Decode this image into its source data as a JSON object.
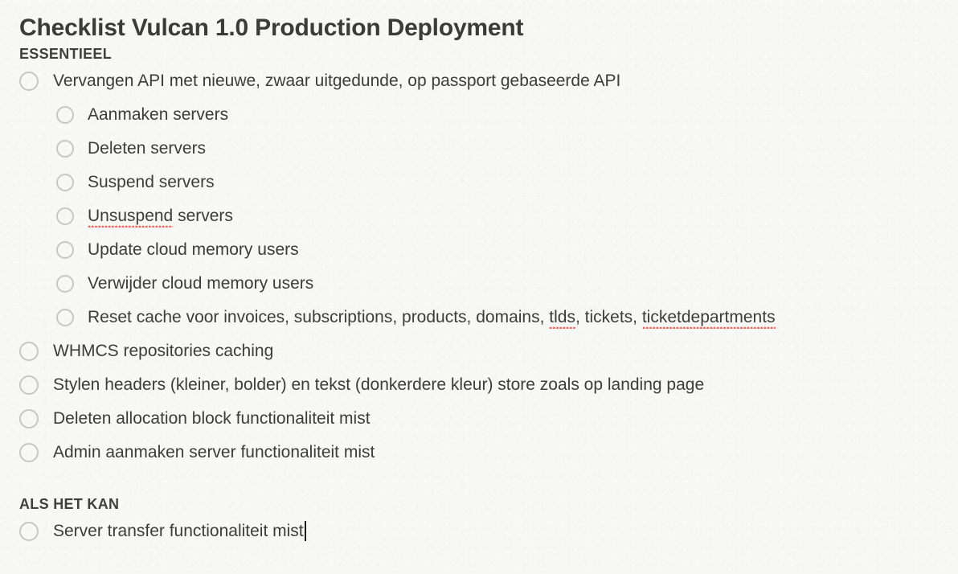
{
  "document": {
    "title": "Checklist Vulcan 1.0 Production Deployment",
    "background_color": "#f7f7f5",
    "text_color": "#3c3c3c",
    "spellcheck_underline_color": "#f0685c",
    "checkbox_border_color": "#c6c6c6"
  },
  "sections": [
    {
      "id": "essentieel",
      "header": "ESSENTIEEL",
      "items": [
        {
          "label": "Vervangen API met nieuwe, zwaar uitgedunde, op passport gebaseerde API",
          "indent": 0,
          "checked": false
        },
        {
          "label": "Aanmaken servers",
          "indent": 1,
          "checked": false
        },
        {
          "label": "Deleten servers",
          "indent": 1,
          "checked": false
        },
        {
          "label": "Suspend servers",
          "indent": 1,
          "checked": false
        },
        {
          "label": "Unsuspend servers",
          "indent": 1,
          "checked": false,
          "misspelled": [
            "Unsuspend"
          ]
        },
        {
          "label": "Update cloud memory users",
          "indent": 1,
          "checked": false
        },
        {
          "label": "Verwijder cloud memory users",
          "indent": 1,
          "checked": false
        },
        {
          "label": "Reset cache voor invoices, subscriptions, products, domains, tlds, tickets, ticketdepartments",
          "indent": 1,
          "checked": false,
          "misspelled": [
            "tlds",
            "ticketdepartments"
          ]
        },
        {
          "label": "WHMCS repositories caching",
          "indent": 0,
          "checked": false
        },
        {
          "label": "Stylen headers (kleiner, bolder) en tekst (donkerdere kleur) store zoals op landing page",
          "indent": 0,
          "checked": false
        },
        {
          "label": "Deleten allocation block functionaliteit mist",
          "indent": 0,
          "checked": false
        },
        {
          "label": "Admin aanmaken server functionaliteit mist",
          "indent": 0,
          "checked": false
        }
      ]
    },
    {
      "id": "als-het-kan",
      "header": "ALS HET KAN",
      "items": [
        {
          "label": "Server transfer functionaliteit mist",
          "indent": 0,
          "checked": false,
          "caret_after": true
        }
      ]
    }
  ]
}
